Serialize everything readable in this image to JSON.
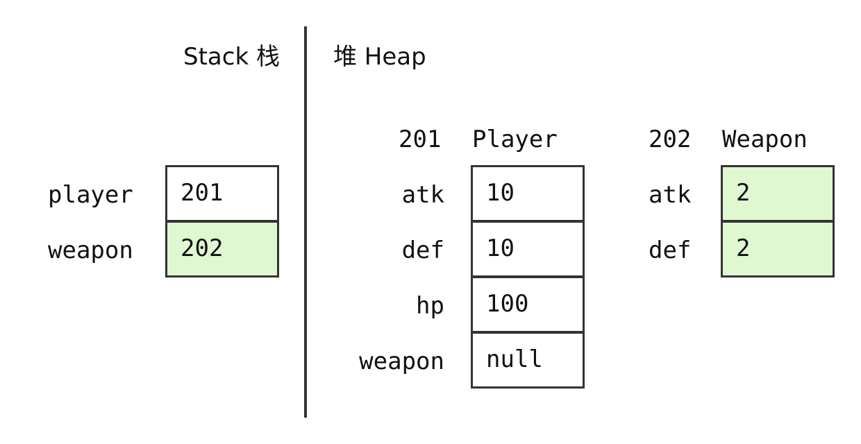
{
  "stack": {
    "title": "Stack 栈",
    "vars": [
      {
        "name": "player",
        "value": "201"
      },
      {
        "name": "weapon",
        "value": "202"
      }
    ]
  },
  "heap": {
    "title": "堆 Heap",
    "objects": [
      {
        "address": "201",
        "type": "Player",
        "fields": [
          {
            "name": "atk",
            "value": "10"
          },
          {
            "name": "def",
            "value": "10"
          },
          {
            "name": "hp",
            "value": "100"
          },
          {
            "name": "weapon",
            "value": "null"
          }
        ]
      },
      {
        "address": "202",
        "type": "Weapon",
        "fields": [
          {
            "name": "atk",
            "value": "2"
          },
          {
            "name": "def",
            "value": "2"
          }
        ]
      }
    ]
  },
  "colors": {
    "highlight": "#dff8d2",
    "border": "#333333"
  }
}
